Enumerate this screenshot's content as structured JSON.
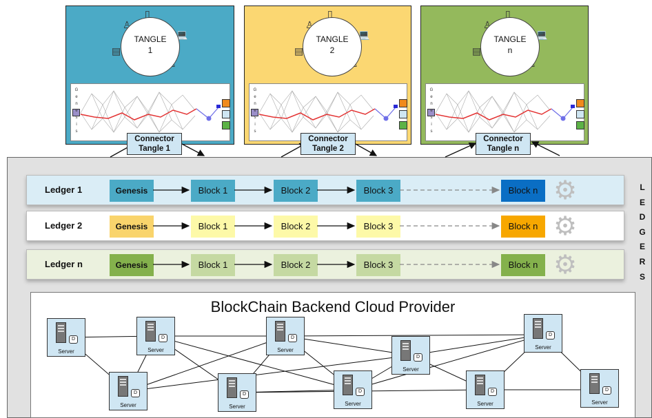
{
  "colors": {
    "tangle1": "#4baac6",
    "tangle2": "#fbd772",
    "tangleN": "#94b95c",
    "connector": "#cfe6f3",
    "backend": "#e1e1e1",
    "ledger1_bg": "#daedf6",
    "ledger2_bg": "#ffffff",
    "ledgerN_bg": "#ebf1de",
    "genesis1": "#4baac6",
    "genesis2": "#f9d46c",
    "genesisN": "#94b95c",
    "block1": "#4baac6",
    "block2": "#fdf9a8",
    "blockN_green": "#c5d9a2",
    "blockn1": "#0a6ec4",
    "blockn2": "#f7a700",
    "blocknN": "#84b14c",
    "tip_edge": "#e33333",
    "pending": "#6f6fe8"
  },
  "tangles": [
    {
      "title": "TANGLE",
      "index": "1",
      "genesis_letters": [
        "G",
        "e",
        "n",
        "e",
        "s",
        "i",
        "s"
      ],
      "connector_line1": "Connector",
      "connector_line2": "Tangle 1"
    },
    {
      "title": "TANGLE",
      "index": "2",
      "genesis_letters": [
        "G",
        "e",
        "n",
        "e",
        "s",
        "i",
        "s"
      ],
      "connector_line1": "Connector",
      "connector_line2": "Tangle 2"
    },
    {
      "title": "TANGLE",
      "index": "n",
      "genesis_letters": [
        "G",
        "e",
        "n",
        "e",
        "s",
        "i",
        "s"
      ],
      "connector_line1": "Connector",
      "connector_line2": "Tangle n"
    }
  ],
  "ledgers": [
    {
      "name": "Ledger 1",
      "genesis": "Genesis",
      "block1": "Block 1",
      "block2": "Block 2",
      "block3": "Block 3",
      "blockn": "Block n"
    },
    {
      "name": "Ledger 2",
      "genesis": "Genesis",
      "block1": "Block 1",
      "block2": "Block 2",
      "block3": "Block 3",
      "blockn": "Block n"
    },
    {
      "name": "Ledger n",
      "genesis": "Genesis",
      "block1": "Block 1",
      "block2": "Block 2",
      "block3": "Block 3",
      "blockn": "Block n"
    }
  ],
  "ledgers_side_label": [
    "L",
    "E",
    "D",
    "G",
    "E",
    "R",
    "S"
  ],
  "cloud": {
    "title": "BlockChain Backend Cloud Provider",
    "server_label": "Server",
    "disk_label": "D"
  }
}
